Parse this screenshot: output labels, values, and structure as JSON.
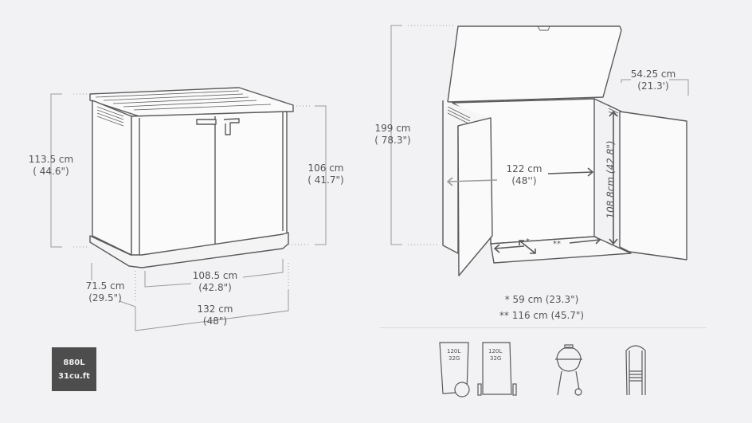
{
  "closed_view": {
    "total_height": {
      "cm": "113.5 cm",
      "in": "( 44.6\")"
    },
    "front_height": {
      "cm": "106 cm",
      "in": "( 41.7\")"
    },
    "depth": {
      "cm": "71.5 cm",
      "in": "(29.5\")"
    },
    "door_width": {
      "cm": "108.5 cm",
      "in": "(42.8\")"
    },
    "total_width": {
      "cm": "132 cm",
      "in": "(48\")"
    }
  },
  "open_view": {
    "open_height": {
      "cm": "199 cm",
      "in": "( 78.3\")"
    },
    "door_depth": {
      "cm": "54.25 cm",
      "in": "(21.3')"
    },
    "interior_width": {
      "cm": "122 cm",
      "in": "(48'')"
    },
    "interior_height": {
      "label": "108.8cm (42.8\")"
    },
    "floor_markers": {
      "single": "*",
      "double": "**"
    }
  },
  "notes": {
    "single": "* 59 cm (23.3\")",
    "double": "** 116 cm (45.7\")"
  },
  "capacity_badge": {
    "liters": "880L",
    "cubic_feet": "31cu.ft",
    "color": "#4d4d4d"
  },
  "fits_icons": [
    {
      "name": "wheelie-bin-icon",
      "line1": "120L",
      "line2": "32G"
    },
    {
      "name": "wheelie-bin-front-icon",
      "line1": "120L",
      "line2": "32G"
    },
    {
      "name": "bbq-grill-icon"
    },
    {
      "name": "stacked-chairs-icon"
    }
  ],
  "colors": {
    "background": "#f2f2f4",
    "line": "#5a5a5a",
    "dim_line": "#9a9a9a"
  }
}
